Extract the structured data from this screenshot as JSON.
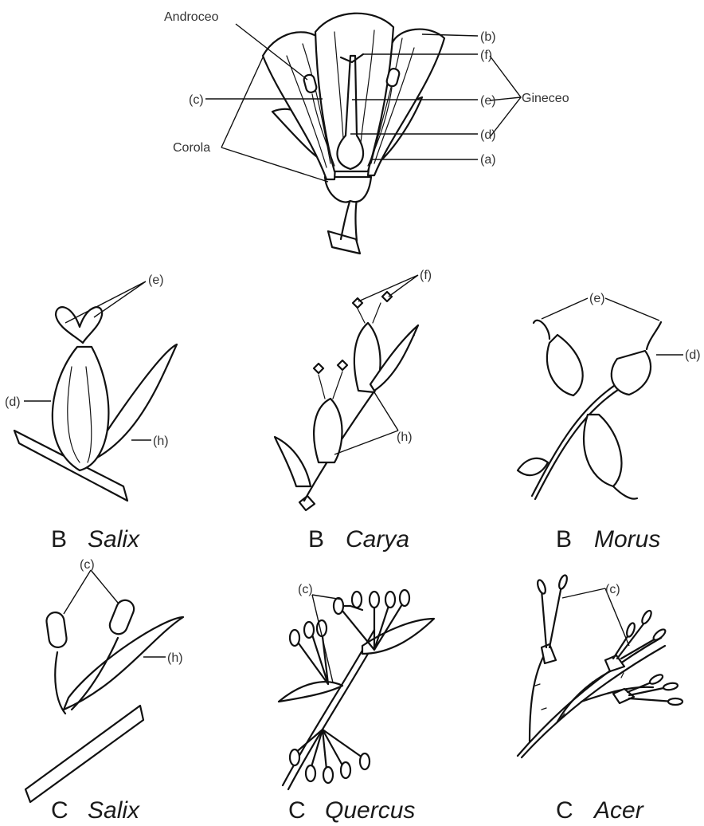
{
  "top_flower": {
    "labels": {
      "androceo": "Androceo",
      "corola": "Corola",
      "gineceo": "Gineceo",
      "b": "(b)",
      "f": "(f)",
      "c": "(c)",
      "e": "(e)",
      "d": "(d)",
      "a": "(a)"
    }
  },
  "panels": {
    "b_salix": {
      "letter": "B",
      "genus": "Salix",
      "labels": {
        "e": "(e)",
        "d": "(d)",
        "h": "(h)"
      }
    },
    "b_carya": {
      "letter": "B",
      "genus": "Carya",
      "labels": {
        "f": "(f)",
        "h": "(h)"
      }
    },
    "b_morus": {
      "letter": "B",
      "genus": "Morus",
      "labels": {
        "e": "(e)",
        "d": "(d)"
      }
    },
    "c_salix": {
      "letter": "C",
      "genus": "Salix",
      "labels": {
        "c": "(c)",
        "h": "(h)"
      }
    },
    "c_quercus": {
      "letter": "C",
      "genus": "Quercus",
      "labels": {
        "c": "(c)"
      }
    },
    "c_acer": {
      "letter": "C",
      "genus": "Acer",
      "labels": {
        "c": "(c)"
      }
    }
  }
}
